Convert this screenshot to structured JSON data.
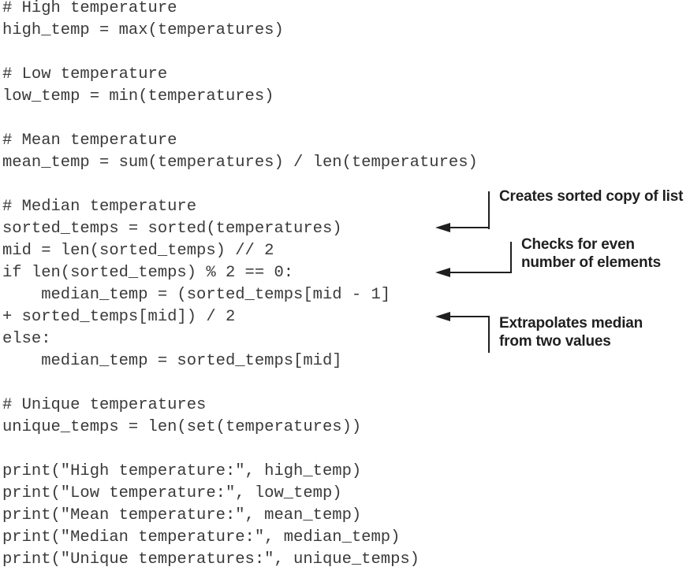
{
  "colors": {
    "ink": "#1f1f1f",
    "code_ink": "#3a3a3a",
    "background": "#ffffff"
  },
  "code": {
    "language": "python",
    "lines": [
      "# High temperature",
      "high_temp = max(temperatures)",
      "",
      "# Low temperature",
      "low_temp = min(temperatures)",
      "",
      "# Mean temperature",
      "mean_temp = sum(temperatures) / len(temperatures)",
      "",
      "# Median temperature",
      "sorted_temps = sorted(temperatures)",
      "mid = len(sorted_temps) // 2",
      "if len(sorted_temps) % 2 == 0:",
      "    median_temp = (sorted_temps[mid - 1]",
      "+ sorted_temps[mid]) / 2",
      "else:",
      "    median_temp = sorted_temps[mid]",
      "",
      "# Unique temperatures",
      "unique_temps = len(set(temperatures))",
      "",
      "print(\"High temperature:\", high_temp)",
      "print(\"Low temperature:\", low_temp)",
      "print(\"Mean temperature:\", mean_temp)",
      "print(\"Median temperature:\", median_temp)",
      "print(\"Unique temperatures:\", unique_temps)"
    ]
  },
  "annotations": [
    {
      "label": "Creates sorted copy of list"
    },
    {
      "label": "Checks for even\nnumber of elements"
    },
    {
      "label": "Extrapolates median\nfrom two values"
    }
  ]
}
